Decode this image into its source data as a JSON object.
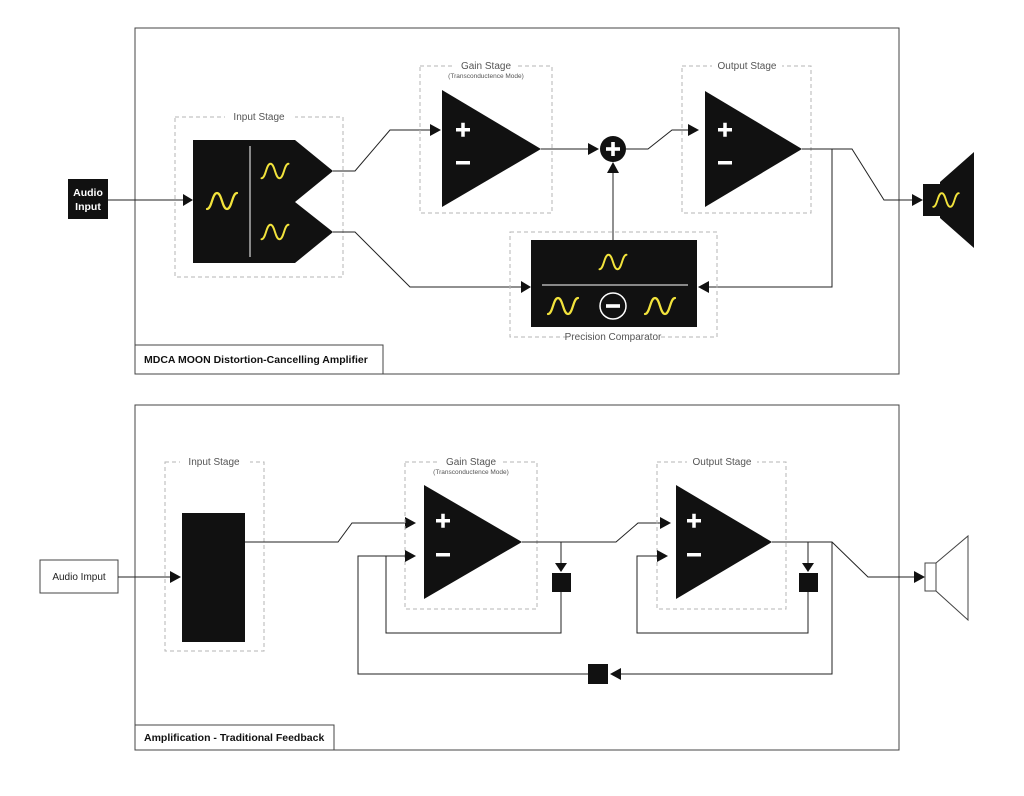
{
  "top_diagram": {
    "title": "MDCA MOON Distortion-Cancelling Amplifier",
    "input_box": {
      "line1": "Audio",
      "line2": "Input"
    },
    "input_stage_label": "Input Stage",
    "gain_stage_label": "Gain Stage",
    "gain_stage_sublabel": "(Transconductence Mode)",
    "output_stage_label": "Output Stage",
    "comparator_label": "Precision Comparator"
  },
  "bottom_diagram": {
    "title": "Amplification - Traditional Feedback",
    "input_box_label": "Audio Imput",
    "input_stage_label": "Input Stage",
    "gain_stage_label": "Gain Stage",
    "gain_stage_sublabel": "(Transconductence Mode)",
    "output_stage_label": "Output Stage"
  },
  "colors": {
    "block": "#111111",
    "wave": "#f2e33c",
    "dashed_border": "#b5b5b5",
    "frame": "#444444"
  },
  "icons": [
    "sine-wave-icon",
    "plus-sign-icon",
    "minus-sign-icon",
    "summing-junction-icon",
    "subtract-junction-icon",
    "speaker-icon",
    "arrowhead-icon"
  ]
}
